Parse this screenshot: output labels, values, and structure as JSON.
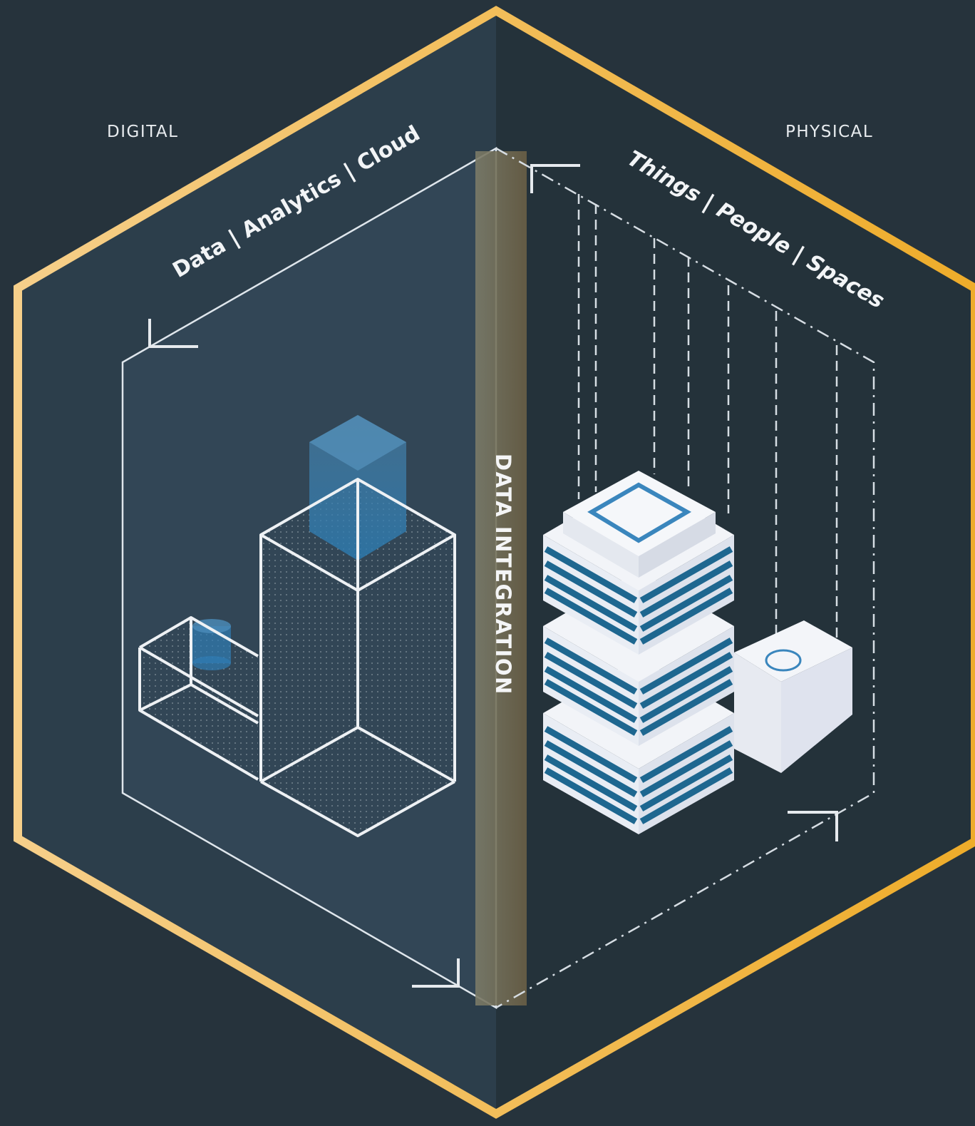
{
  "labels": {
    "digital": "DIGITAL",
    "physical": "PHYSICAL",
    "digital_banner": "Data | Analytics | Cloud",
    "physical_banner": "Things | People | Spaces",
    "center_band": "DATA INTEGRATION"
  },
  "colors": {
    "background": "#26333c",
    "digital_panel": "#2f4452",
    "hexagon_border": "#f0b445",
    "center_band": "#6e6a52",
    "line_white": "#e6eaee",
    "building_blue": "#1e6790",
    "data_block_blue": "#3f82b0"
  }
}
